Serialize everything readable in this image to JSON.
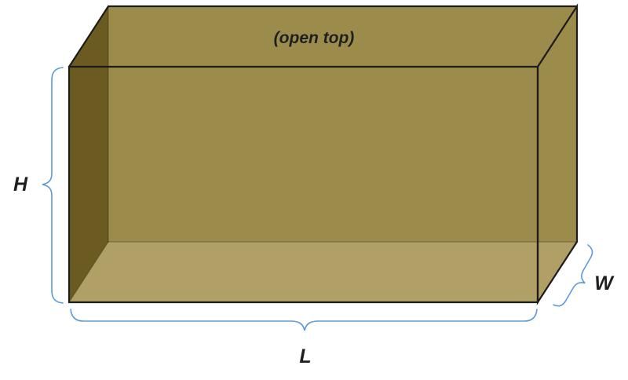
{
  "figure": {
    "caption_open_top": "(open top)",
    "label_height": "H",
    "label_length": "L",
    "label_width": "W"
  },
  "colors": {
    "background": "#ffffff",
    "back_wall": "#9c8c4b",
    "floor": "#b0a066",
    "left_wall": "#6b5b20",
    "right_wall": "#574818",
    "front_face": "#b2a05a8c",
    "outline": "#1c1c1c",
    "inner_edge": "#00000045",
    "brace": "#5b9bd5",
    "text": "#1f1f1f"
  }
}
